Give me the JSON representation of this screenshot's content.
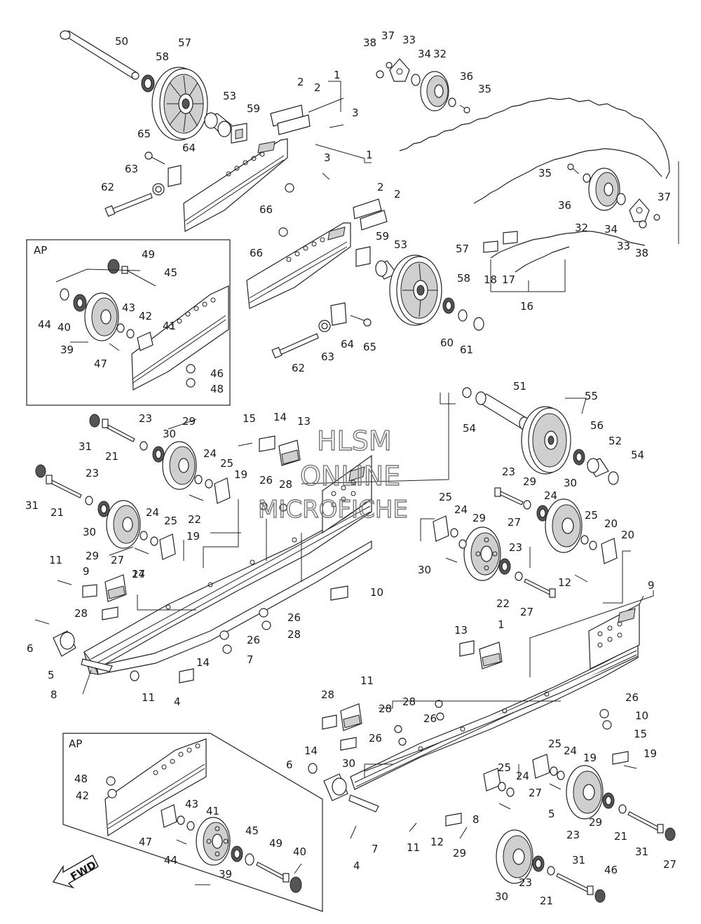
{
  "watermark": {
    "line1": "HLSM",
    "line2": "ONLINE",
    "line3": "MICROFICHE"
  },
  "insets": {
    "upper": {
      "title": "AP"
    },
    "lower": {
      "title": "AP"
    }
  },
  "fwd_label": "FWD",
  "callouts": [
    "50",
    "57",
    "58",
    "53",
    "59",
    "2",
    "2",
    "1",
    "3",
    "38",
    "37",
    "33",
    "34",
    "32",
    "36",
    "35",
    "65",
    "64",
    "63",
    "62",
    "66",
    "1",
    "3",
    "2",
    "2",
    "35",
    "36",
    "32",
    "34",
    "37",
    "33",
    "38",
    "66",
    "59",
    "53",
    "57",
    "58",
    "18",
    "17",
    "16",
    "60",
    "61",
    "62",
    "63",
    "64",
    "65",
    "49",
    "45",
    "44",
    "40",
    "43",
    "42",
    "41",
    "39",
    "47",
    "46",
    "48",
    "51",
    "55",
    "54",
    "56",
    "52",
    "54",
    "23",
    "31",
    "21",
    "30",
    "29",
    "15",
    "14",
    "13",
    "24",
    "25",
    "19",
    "26",
    "28",
    "23",
    "31",
    "21",
    "30",
    "29",
    "24",
    "25",
    "19",
    "27",
    "22",
    "23",
    "29",
    "30",
    "24",
    "25",
    "20",
    "20",
    "25",
    "24",
    "29",
    "27",
    "30",
    "23",
    "22",
    "27",
    "12",
    "11",
    "9",
    "27",
    "14",
    "10",
    "28",
    "26",
    "28",
    "26",
    "7",
    "6",
    "5",
    "8",
    "11",
    "4",
    "14",
    "13",
    "1",
    "9",
    "11",
    "28",
    "28",
    "28",
    "26",
    "26",
    "26",
    "10",
    "14",
    "15",
    "19",
    "25",
    "24",
    "19",
    "25",
    "24",
    "27",
    "8",
    "6",
    "30",
    "29",
    "23",
    "21",
    "31",
    "27",
    "5",
    "4",
    "7",
    "11",
    "12",
    "29",
    "30",
    "23",
    "21",
    "31",
    "46",
    "48",
    "42",
    "43",
    "41",
    "47",
    "44",
    "45",
    "49",
    "40",
    "39"
  ]
}
